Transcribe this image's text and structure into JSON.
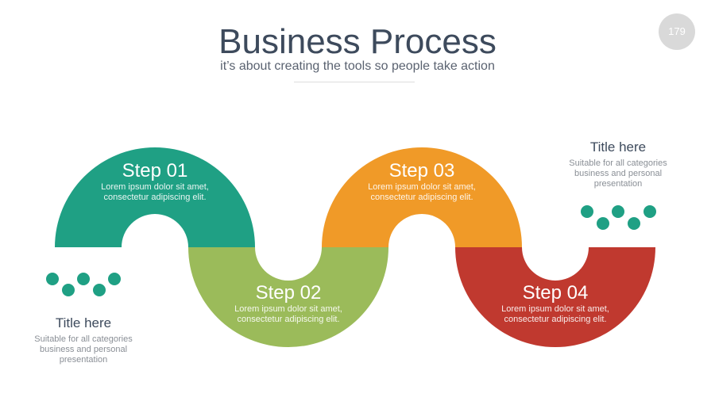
{
  "header": {
    "title": "Business Process",
    "subtitle": "it’s about creating the tools so people take action",
    "page_number": "179"
  },
  "steps": [
    {
      "title": "Step 01",
      "desc1": "Lorem ipsum dolor sit amet,",
      "desc2": "consectetur adipiscing elit.",
      "color": "#1fa084"
    },
    {
      "title": "Step 02",
      "desc1": "Lorem ipsum dolor sit amet,",
      "desc2": "consectetur adipiscing elit.",
      "color": "#9bbb5a"
    },
    {
      "title": "Step 03",
      "desc1": "Lorem ipsum dolor sit amet,",
      "desc2": "consectetur adipiscing elit.",
      "color": "#f09a28"
    },
    {
      "title": "Step 04",
      "desc1": "Lorem ipsum dolor sit amet,",
      "desc2": "consectetur adipiscing elit.",
      "color": "#c0392f"
    }
  ],
  "left_note": {
    "title": "Title here",
    "line1": "Suitable for all categories",
    "line2": "business and personal",
    "line3": "presentation"
  },
  "right_note": {
    "title": "Title here",
    "line1": "Suitable for all categories",
    "line2": "business and personal",
    "line3": "presentation"
  },
  "dot_color": "#1fa084"
}
